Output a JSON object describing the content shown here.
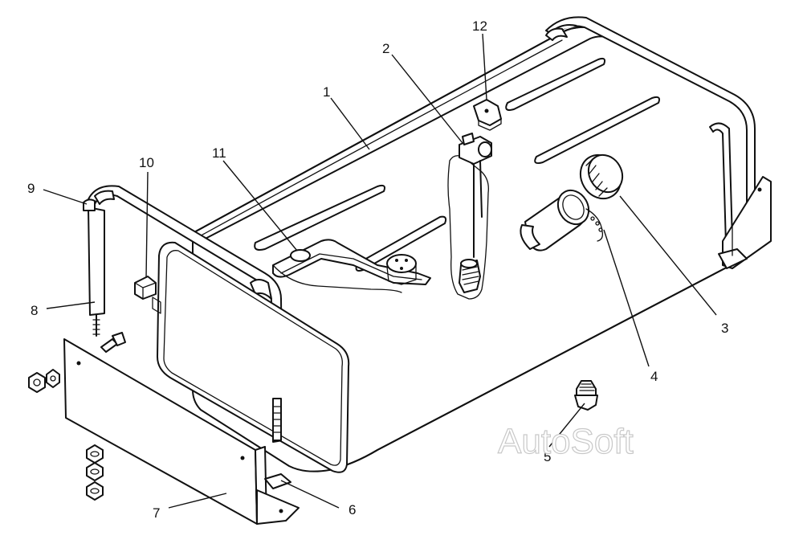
{
  "callouts": {
    "c1": "1",
    "c2": "2",
    "c3": "3",
    "c4": "4",
    "c5": "5",
    "c6": "6",
    "c7": "7",
    "c8": "8",
    "c9": "9",
    "c10": "10",
    "c11": "11",
    "c12": "12"
  },
  "watermark": "AutoSoft"
}
